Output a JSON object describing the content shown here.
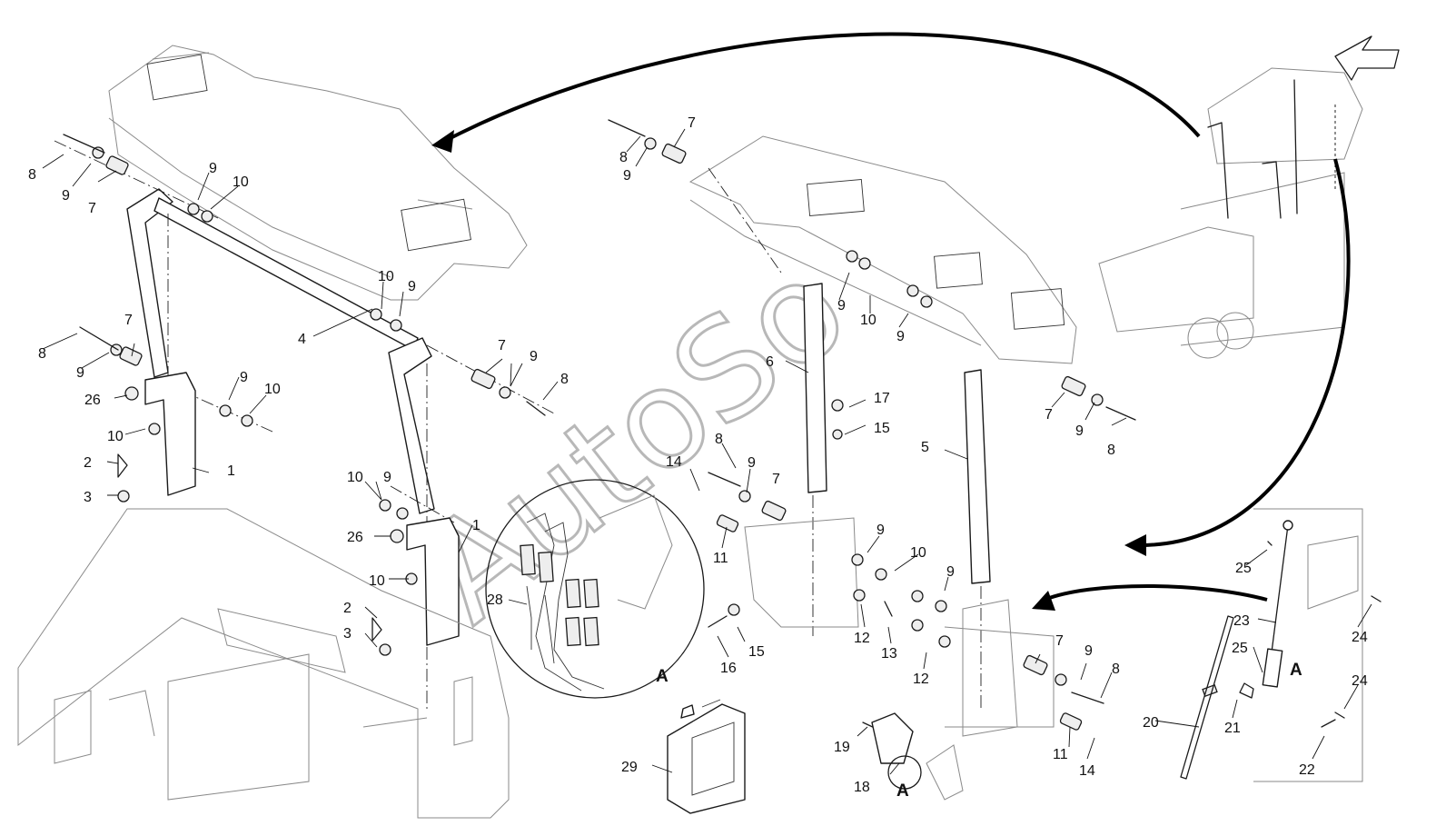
{
  "diagram": {
    "watermark": "AutoSo",
    "detail_marker": "A",
    "callouts": [
      {
        "label": "1"
      },
      {
        "label": "1"
      },
      {
        "label": "2"
      },
      {
        "label": "2"
      },
      {
        "label": "3"
      },
      {
        "label": "3"
      },
      {
        "label": "4"
      },
      {
        "label": "5"
      },
      {
        "label": "6"
      },
      {
        "label": "7"
      },
      {
        "label": "7"
      },
      {
        "label": "7"
      },
      {
        "label": "7"
      },
      {
        "label": "7"
      },
      {
        "label": "7"
      },
      {
        "label": "7"
      },
      {
        "label": "8"
      },
      {
        "label": "8"
      },
      {
        "label": "8"
      },
      {
        "label": "8"
      },
      {
        "label": "8"
      },
      {
        "label": "8"
      },
      {
        "label": "8"
      },
      {
        "label": "9"
      },
      {
        "label": "9"
      },
      {
        "label": "9"
      },
      {
        "label": "9"
      },
      {
        "label": "9"
      },
      {
        "label": "9"
      },
      {
        "label": "9"
      },
      {
        "label": "9"
      },
      {
        "label": "9"
      },
      {
        "label": "9"
      },
      {
        "label": "9"
      },
      {
        "label": "9"
      },
      {
        "label": "9"
      },
      {
        "label": "9"
      },
      {
        "label": "9"
      },
      {
        "label": "10"
      },
      {
        "label": "10"
      },
      {
        "label": "10"
      },
      {
        "label": "10"
      },
      {
        "label": "10"
      },
      {
        "label": "10"
      },
      {
        "label": "10"
      },
      {
        "label": "10"
      },
      {
        "label": "11"
      },
      {
        "label": "11"
      },
      {
        "label": "12"
      },
      {
        "label": "12"
      },
      {
        "label": "13"
      },
      {
        "label": "14"
      },
      {
        "label": "14"
      },
      {
        "label": "15"
      },
      {
        "label": "15"
      },
      {
        "label": "16"
      },
      {
        "label": "17"
      },
      {
        "label": "18"
      },
      {
        "label": "19"
      },
      {
        "label": "20"
      },
      {
        "label": "21"
      },
      {
        "label": "22"
      },
      {
        "label": "23"
      },
      {
        "label": "24"
      },
      {
        "label": "24"
      },
      {
        "label": "25"
      },
      {
        "label": "25"
      },
      {
        "label": "26"
      },
      {
        "label": "26"
      },
      {
        "label": "28"
      },
      {
        "label": "29"
      }
    ]
  }
}
